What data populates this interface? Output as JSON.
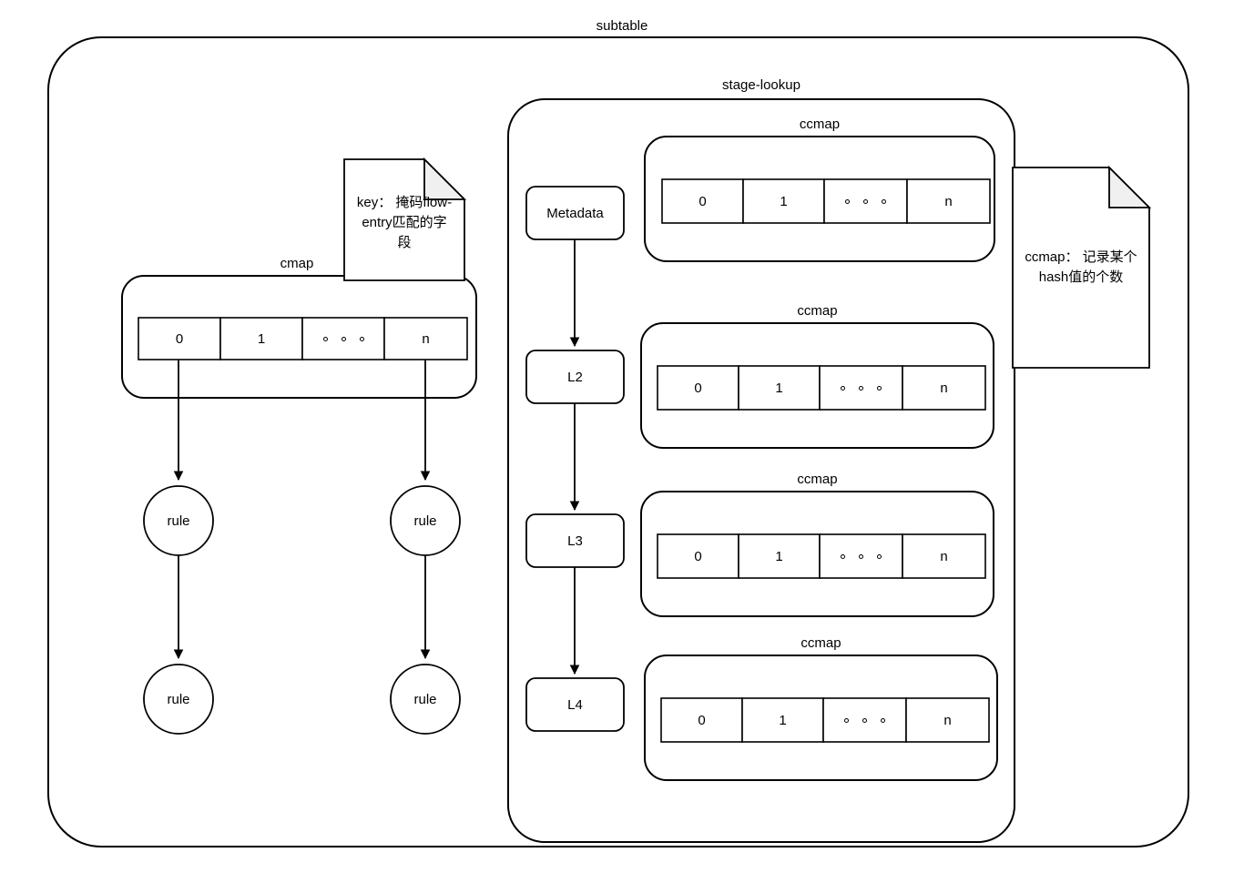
{
  "diagram": {
    "title": "subtable",
    "containers": {
      "subtable": {
        "label": "subtable"
      },
      "stage_lookup": {
        "label": "stage-lookup"
      },
      "cmap": {
        "label": "cmap"
      }
    },
    "cmap": {
      "label": "cmap",
      "cells": [
        "0",
        "1",
        "∘ ∘ ∘",
        "n"
      ],
      "cell_labels": [
        "0",
        "1",
        "dots",
        "n"
      ]
    },
    "ccmaps": [
      {
        "label": "ccmap",
        "cells": [
          "0",
          "1",
          "dots",
          "n"
        ]
      },
      {
        "label": "ccmap",
        "cells": [
          "0",
          "1",
          "dots",
          "n"
        ]
      },
      {
        "label": "ccmap",
        "cells": [
          "0",
          "1",
          "dots",
          "n"
        ]
      },
      {
        "label": "ccmap",
        "cells": [
          "0",
          "1",
          "dots",
          "n"
        ]
      }
    ],
    "stages": [
      {
        "label": "Metadata"
      },
      {
        "label": "L2"
      },
      {
        "label": "L3"
      },
      {
        "label": "L4"
      }
    ],
    "rules": [
      {
        "label": "rule"
      },
      {
        "label": "rule"
      },
      {
        "label": "rule"
      },
      {
        "label": "rule"
      }
    ],
    "notes": [
      {
        "name": "key-note",
        "lines": [
          "key： 掩码flow-",
          "entry匹配的字",
          "段"
        ],
        "text": "key： 掩码flow-entry匹配的字段"
      },
      {
        "name": "ccmap-note",
        "lines": [
          "ccmap： 记录某个",
          "hash值的个数"
        ],
        "text": "ccmap： 记录某个hash值的个数"
      }
    ],
    "colors": {
      "stroke": "#000000",
      "fill": "#ffffff",
      "note_fold": "#f0f0f0",
      "background": "#ffffff"
    }
  }
}
